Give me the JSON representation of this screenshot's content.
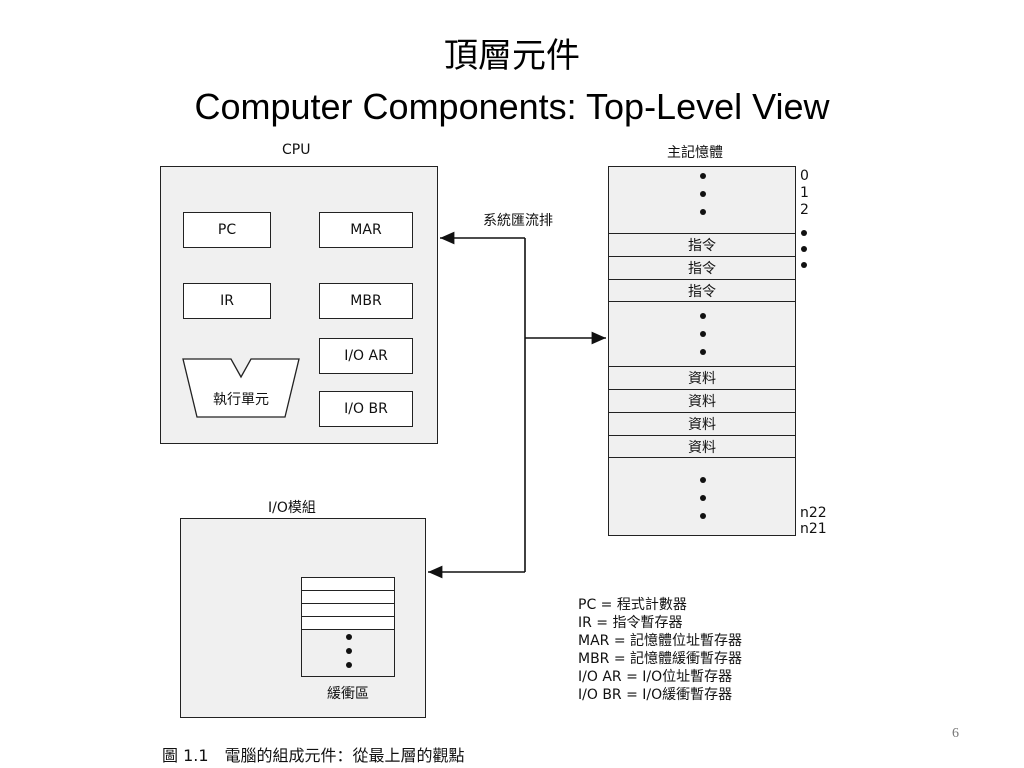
{
  "slide": {
    "title_zh": "頂層元件",
    "title_en": "Computer Components: Top-Level View",
    "page_number": "6"
  },
  "cpu": {
    "label": "CPU",
    "registers": [
      "PC",
      "MAR",
      "IR",
      "MBR",
      "I/O AR",
      "I/O BR"
    ],
    "exec_unit": "執行單元"
  },
  "bus": {
    "label": "系統匯流排"
  },
  "memory": {
    "label": "主記憶體",
    "addresses_top": [
      "0",
      "1",
      "2"
    ],
    "instruction_label": "指令",
    "instruction_count": 3,
    "data_label": "資料",
    "data_count": 4,
    "addresses_bottom": [
      "n22",
      "n21"
    ]
  },
  "io_module": {
    "label": "I/O模組",
    "buffer_label": "緩衝區"
  },
  "legend": [
    "PC = 程式計數器",
    "IR = 指令暫存器",
    "MAR = 記憶體位址暫存器",
    "MBR = 記憶體緩衝暫存器",
    "I/O AR = I/O位址暫存器",
    "I/O BR = I/O緩衝暫存器"
  ],
  "caption": "圖 1.1　電腦的組成元件：從最上層的觀點"
}
